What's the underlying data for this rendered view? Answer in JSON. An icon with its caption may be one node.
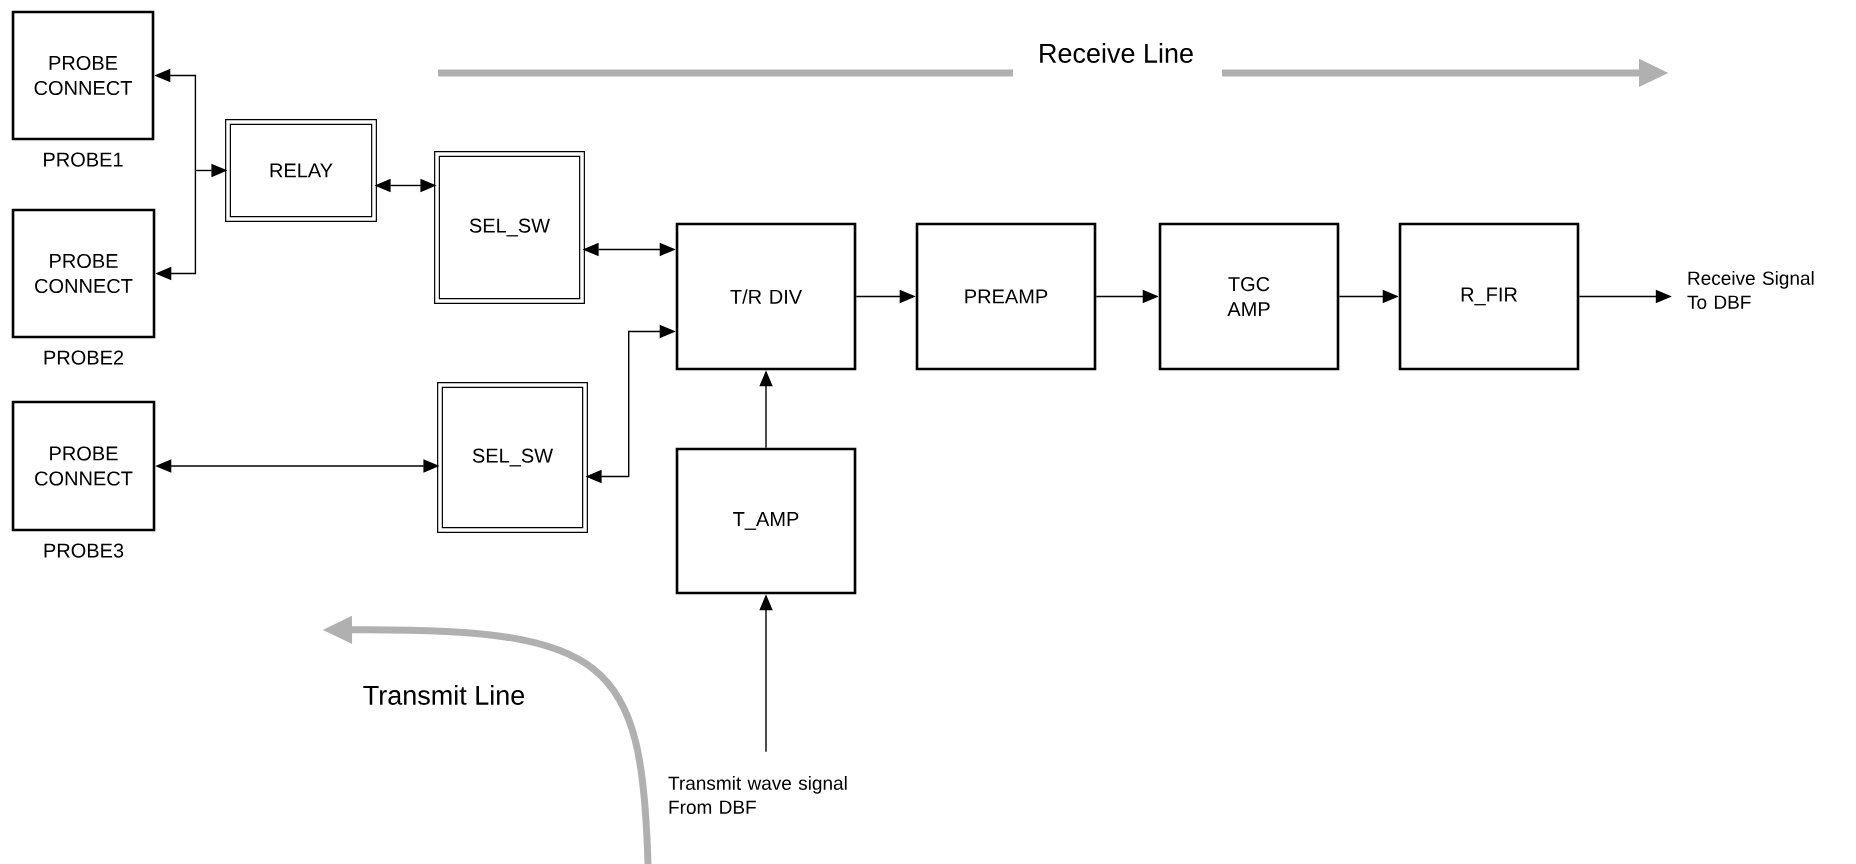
{
  "diagram": {
    "nodes": [
      {
        "text": [
          "PROBE CONNECT"
        ],
        "beside": [
          "PROBE1"
        ]
      },
      {
        "text": [
          "PROBE CONNECT"
        ],
        "beside": [
          "PROBE2"
        ]
      },
      {
        "text": [
          "PROBE CONNECT"
        ],
        "beside": [
          "PROBE3"
        ]
      },
      {
        "text": [
          "RELAY"
        ]
      },
      {
        "text": [
          "SEL_SW"
        ]
      },
      {
        "text": [
          "SEL_SW"
        ]
      },
      {
        "text": [
          "T/R DIV"
        ]
      },
      {
        "text": [
          "PREAMP"
        ]
      },
      {
        "text": [
          "TGC AMP"
        ]
      },
      {
        "text": [
          "R_FIR"
        ]
      },
      {
        "text": [
          "T_AMP"
        ]
      },
      {
        "text": [
          "Receive Signal To DBF"
        ]
      },
      {
        "text": [
          "Transmit wave signal From DBF"
        ]
      }
    ],
    "edges": [
      {
        "from": 3,
        "to": 0,
        "arrow": "both"
      },
      {
        "from": 3,
        "to": 1,
        "arrow": "both"
      },
      {
        "from": 3,
        "to": 4,
        "arrow": "both"
      },
      {
        "from": 4,
        "to": 6,
        "arrow": "both"
      },
      {
        "from": 2,
        "to": 5,
        "arrow": "both"
      },
      {
        "from": 5,
        "to": 6,
        "arrow": "both"
      },
      {
        "from": 6,
        "to": 7,
        "arrow": "to"
      },
      {
        "from": 7,
        "to": 8,
        "arrow": "to"
      },
      {
        "from": 8,
        "to": 9,
        "arrow": "to"
      },
      {
        "from": 9,
        "to": 11,
        "arrow": "to"
      },
      {
        "from": 10,
        "to": 6,
        "arrow": "to"
      },
      {
        "from": 12,
        "to": 10,
        "arrow": "to"
      }
    ],
    "labels": [
      "Receive Line",
      "Transmit Line"
    ]
  }
}
